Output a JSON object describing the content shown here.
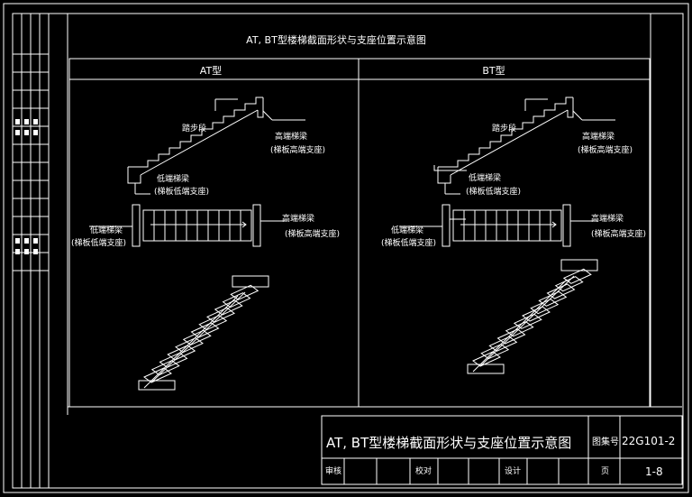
{
  "drawing": {
    "title": "AT, BT型楼梯截面形状与支座位置示意图",
    "panels": [
      {
        "label": "AT型",
        "tread_label": "踏步段",
        "high_beam": "高端梯梁",
        "high_support": "(梯板高端支座)",
        "low_beam": "低端梯梁",
        "low_support": "(梯板低端支座)",
        "plan_low_beam": "低端梯梁",
        "plan_low_support": "(梯板低端支座)",
        "plan_high_beam": "高端梯梁",
        "plan_high_support": "(梯板高端支座)"
      },
      {
        "label": "BT型",
        "tread_label": "踏步段",
        "high_beam": "高端梯梁",
        "high_support": "(梯板高端支座)",
        "low_beam": "低端梯梁",
        "low_support": "(梯板低端支座)",
        "plan_low_beam": "低端梯梁",
        "plan_low_support": "(梯板低端支座)",
        "plan_high_beam": "高端梯梁",
        "plan_high_support": "(梯板高端支座)"
      }
    ]
  },
  "title_block": {
    "title": "AT, BT型楼梯截面形状与支座位置示意图",
    "atlas_label": "图集号",
    "atlas_no": "22G101-2",
    "review": "审核",
    "check": "校对",
    "design": "设计",
    "page_label": "页",
    "page_no": "1-8"
  },
  "colors": {
    "background": "#000000",
    "lines": "#ffffff"
  }
}
